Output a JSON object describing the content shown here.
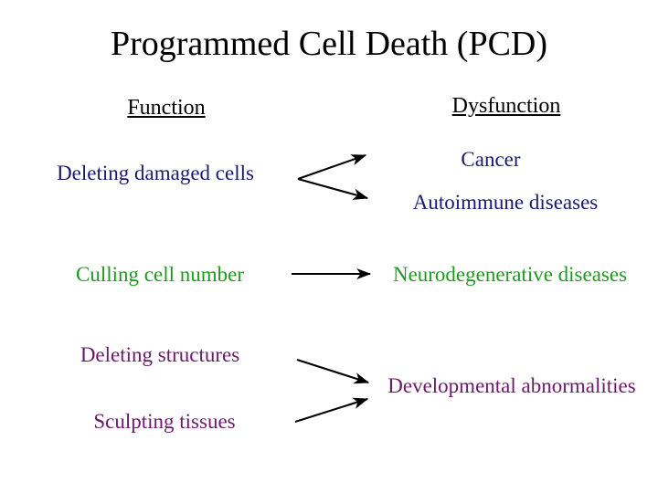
{
  "slide": {
    "title": "Programmed Cell Death (PCD)",
    "background_color": "#ffffff"
  },
  "columns": {
    "left_heading": "Function",
    "right_heading": "Dysfunction"
  },
  "colors": {
    "title": "#000000",
    "heading": "#000000",
    "navy": "#191970",
    "green": "#1f9a1f",
    "purple": "#6b1a6b",
    "arrow": "#000000"
  },
  "function_items": [
    {
      "label": "Deleting damaged cells",
      "color": "#191970"
    },
    {
      "label": "Culling cell number",
      "color": "#1f9a1f"
    },
    {
      "label": "Deleting structures",
      "color": "#6b1a6b"
    },
    {
      "label": "Sculpting tissues",
      "color": "#6b1a6b"
    }
  ],
  "dysfunction_items": [
    {
      "label": "Cancer",
      "color": "#191970"
    },
    {
      "label": "Autoimmune diseases",
      "color": "#191970"
    },
    {
      "label": "Neurodegenerative diseases",
      "color": "#1f9a1f"
    },
    {
      "label": "Developmental abnormalities",
      "color": "#6b1a6b"
    }
  ],
  "connections": [
    {
      "name": "damaged-cells-to-cancer",
      "from": "Deleting damaged cells",
      "to": "Cancer"
    },
    {
      "name": "damaged-cells-to-autoimmune",
      "from": "Deleting damaged cells",
      "to": "Autoimmune diseases"
    },
    {
      "name": "culling-to-neurodegenerative",
      "from": "Culling cell number",
      "to": "Neurodegenerative diseases"
    },
    {
      "name": "structures-to-developmental",
      "from": "Deleting structures",
      "to": "Developmental abnormalities"
    },
    {
      "name": "sculpting-to-developmental",
      "from": "Sculpting tissues",
      "to": "Developmental abnormalities"
    }
  ]
}
